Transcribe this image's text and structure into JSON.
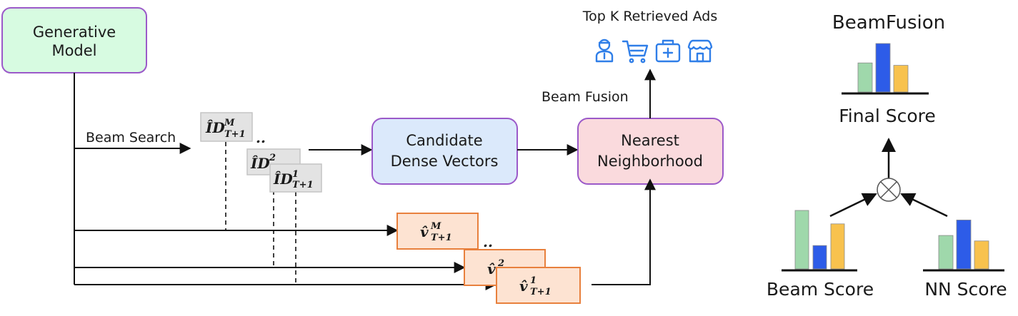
{
  "nodes": {
    "generative_model": [
      "Generative",
      "Model"
    ],
    "candidate_vectors": [
      "Candidate",
      "Dense Vectors"
    ],
    "nearest_neighborhood": [
      "Nearest",
      "Neighborhood"
    ]
  },
  "edge_labels": {
    "beam_search": "Beam Search",
    "beam_fusion": "Beam Fusion"
  },
  "ads": {
    "title": "Top K Retrieved Ads",
    "icons": [
      "person-icon",
      "cart-icon",
      "medical-kit-icon",
      "store-icon"
    ]
  },
  "id_tokens": {
    "m": {
      "base": "ÎD",
      "sup": "M",
      "sub": "T+1"
    },
    "two": {
      "base": "ÎD",
      "sup": "2",
      "sub": ""
    },
    "one": {
      "base": "ÎD",
      "sup": "1",
      "sub": "T+1"
    }
  },
  "vector_tokens": {
    "m": {
      "base": "v̂",
      "sup": "M",
      "sub": "T+1"
    },
    "two": {
      "base": "v̂",
      "sup": "2",
      "sub": ""
    },
    "one": {
      "base": "v̂",
      "sup": "1",
      "sub": "T+1"
    }
  },
  "ellipsis": "..",
  "beamfusion": {
    "title": "BeamFusion",
    "final_label": "Final Score",
    "beam_label": "Beam Score",
    "nn_label": "NN Score"
  },
  "mini_bars": {
    "final": [
      0.6,
      1.0,
      0.55
    ],
    "beam": [
      1.0,
      0.4,
      0.77
    ],
    "nn": [
      0.67,
      0.98,
      0.56
    ]
  },
  "colors": {
    "green_box": "#d7fbe1",
    "purple_border": "#9b59c9",
    "blue_box": "#dbe9fb",
    "pink_box": "#fadadd",
    "gray_box": "#e3e3e3",
    "orange_box": "#fde3d2",
    "orange_border": "#e8803d",
    "icon_blue": "#2f7ee8",
    "bar_green": "#9fd8ab",
    "bar_blue": "#2d5ce8",
    "bar_yellow": "#f8c24e"
  }
}
